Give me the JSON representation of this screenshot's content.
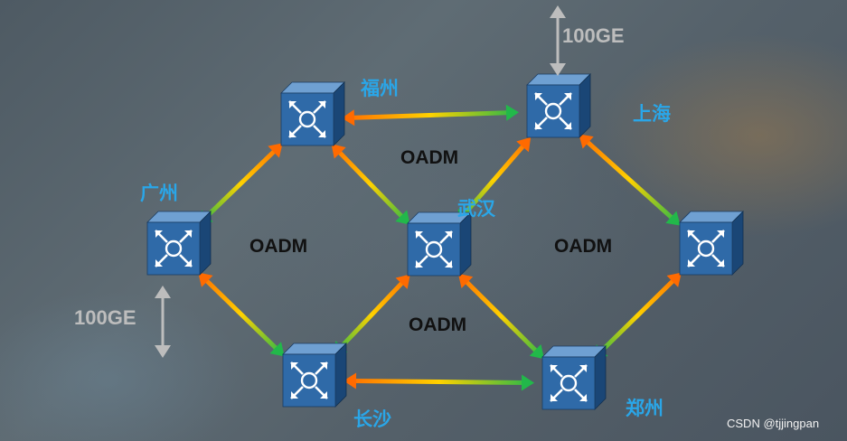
{
  "nodes": [
    {
      "id": "fuzhou",
      "label": "福州"
    },
    {
      "id": "shanghai",
      "label": "上海"
    },
    {
      "id": "guangzhou",
      "label": "广州"
    },
    {
      "id": "wuhan",
      "label": "武汉"
    },
    {
      "id": "east",
      "label": ""
    },
    {
      "id": "changsha",
      "label": "长沙"
    },
    {
      "id": "zhengzhou",
      "label": "郑州"
    }
  ],
  "links": [
    {
      "from": "fuzhou",
      "to": "shanghai"
    },
    {
      "from": "fuzhou",
      "to": "guangzhou"
    },
    {
      "from": "fuzhou",
      "to": "wuhan"
    },
    {
      "from": "shanghai",
      "to": "wuhan"
    },
    {
      "from": "shanghai",
      "to": "east"
    },
    {
      "from": "guangzhou",
      "to": "changsha"
    },
    {
      "from": "wuhan",
      "to": "changsha"
    },
    {
      "from": "wuhan",
      "to": "zhengzhou"
    },
    {
      "from": "changsha",
      "to": "zhengzhou"
    },
    {
      "from": "east",
      "to": "zhengzhou"
    }
  ],
  "ring_labels": {
    "top": "OADM",
    "left": "OADM",
    "right": "OADM",
    "bottom": "OADM"
  },
  "bandwidth": {
    "top": "100GE",
    "left": "100GE"
  },
  "watermark": "CSDN @tjjingpan",
  "colors": {
    "city_label": "#2aa6e8",
    "node_front": "#2f6aa8",
    "node_side": "#1a4676",
    "node_top": "#6fa0d2",
    "gradient_start": "#ff6a00",
    "gradient_mid": "#ffd200",
    "gradient_end": "#22b84a"
  }
}
